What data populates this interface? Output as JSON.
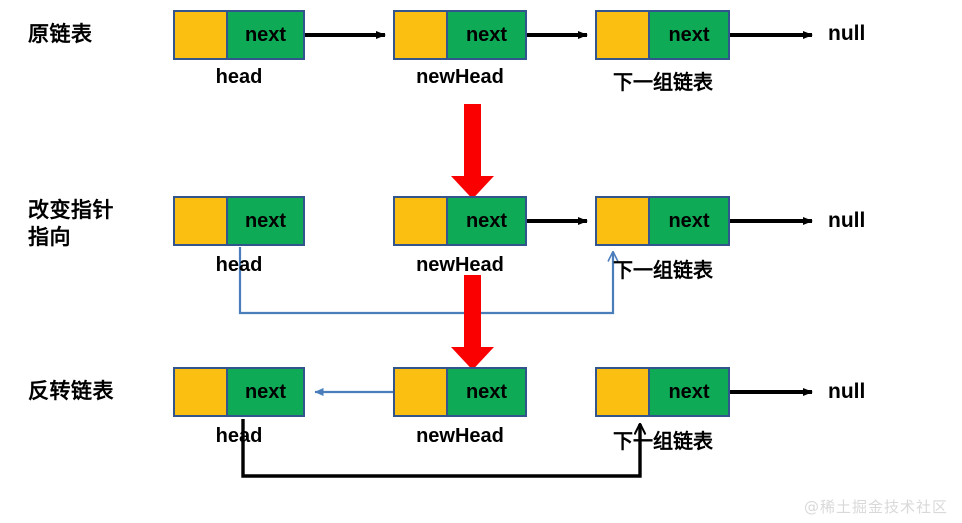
{
  "diagram": {
    "title_rows": [
      {
        "id": "row-original",
        "label": "原链表"
      },
      {
        "id": "row-change-pointer",
        "label": "改变指针\n指向"
      },
      {
        "id": "row-reversed",
        "label": "反转链表"
      }
    ],
    "node_next_text": "next",
    "null_text": "null",
    "rows": [
      {
        "id": "row-original",
        "nodes": [
          {
            "label": "head",
            "next": "next"
          },
          {
            "label": "newHead",
            "next": "next"
          },
          {
            "label": "下一组链表",
            "next": "next"
          }
        ],
        "terminator": "null"
      },
      {
        "id": "row-change-pointer",
        "nodes": [
          {
            "label": "head",
            "next": "next"
          },
          {
            "label": "newHead",
            "next": "next"
          },
          {
            "label": "下一组链表",
            "next": "next"
          }
        ],
        "terminator": "null"
      },
      {
        "id": "row-reversed",
        "nodes": [
          {
            "label": "head",
            "next": "next"
          },
          {
            "label": "newHead",
            "next": "next"
          },
          {
            "label": "下一组链表",
            "next": "next"
          }
        ],
        "terminator": "null"
      }
    ],
    "colors": {
      "data_cell": "#fbbf12",
      "next_cell": "#0faa55",
      "node_border": "#31558c",
      "black_arrow": "#000000",
      "blue_arrow": "#4a7ebb",
      "red_arrow": "#fb0000",
      "watermark": "#d9d9d9",
      "background": "#ffffff"
    }
  },
  "watermark": {
    "text": "@稀土掘金技术社区"
  }
}
